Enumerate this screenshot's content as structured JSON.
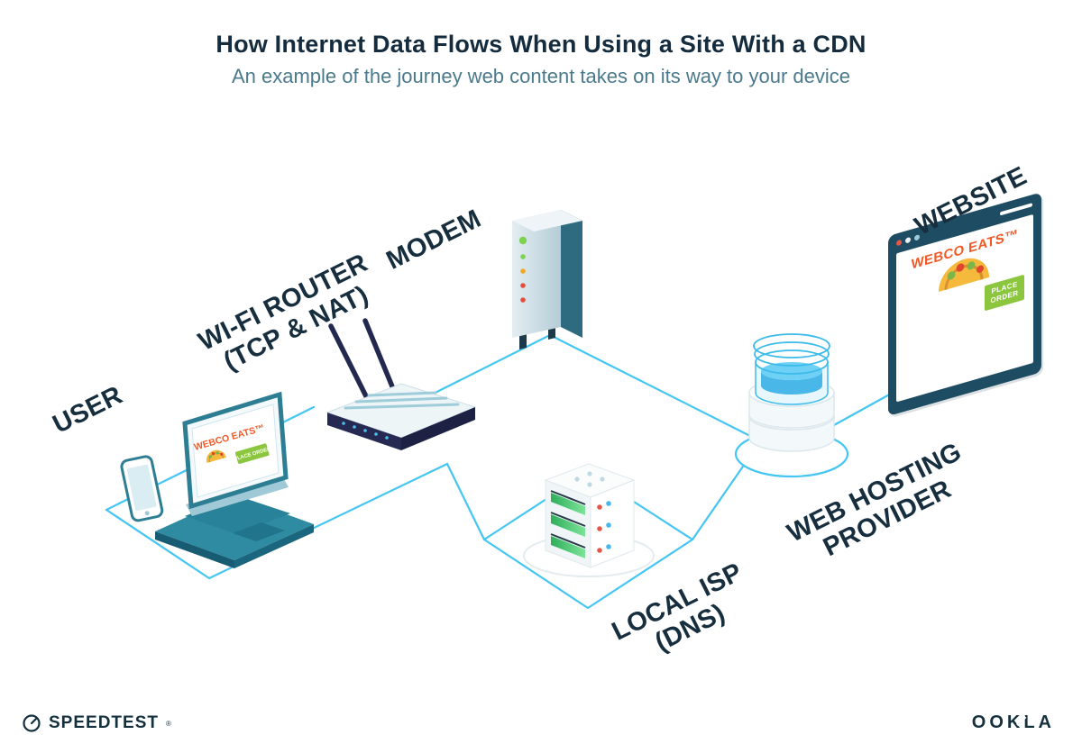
{
  "header": {
    "title": "How Internet Data Flows When Using a Site With a CDN",
    "subtitle": "An example of the journey web content takes on its way to your device"
  },
  "nodes": {
    "user": {
      "label": "USER"
    },
    "router": {
      "label_line1": "WI-FI ROUTER",
      "label_line2": "(TCP & NAT)"
    },
    "modem": {
      "label": "MODEM"
    },
    "isp": {
      "label_line1": "LOCAL ISP",
      "label_line2": "(DNS)"
    },
    "hosting": {
      "label_line1": "WEB HOSTING",
      "label_line2": "PROVIDER"
    },
    "website": {
      "label": "WEBSITE"
    }
  },
  "website_screen": {
    "brand": "WEBCO EATS™",
    "order_button": "PLACE ORDER"
  },
  "laptop_screen": {
    "brand": "WEBCO EATS™",
    "order_button": "PLACE ORDER"
  },
  "footer": {
    "speedtest_logo": "SPEEDTEST",
    "speedtest_mark": "®",
    "ookla_logo": "OOKLA"
  },
  "colors": {
    "connection_line": "#45C6F2",
    "title_navy": "#142C3D",
    "subtitle_teal": "#4A7A8C",
    "brand_orange": "#F05A28",
    "button_green": "#8CC63F",
    "led_green": "#7BD34F",
    "led_amber": "#F5A623",
    "led_red": "#E84C3D",
    "server_green": "#3DDC73"
  }
}
